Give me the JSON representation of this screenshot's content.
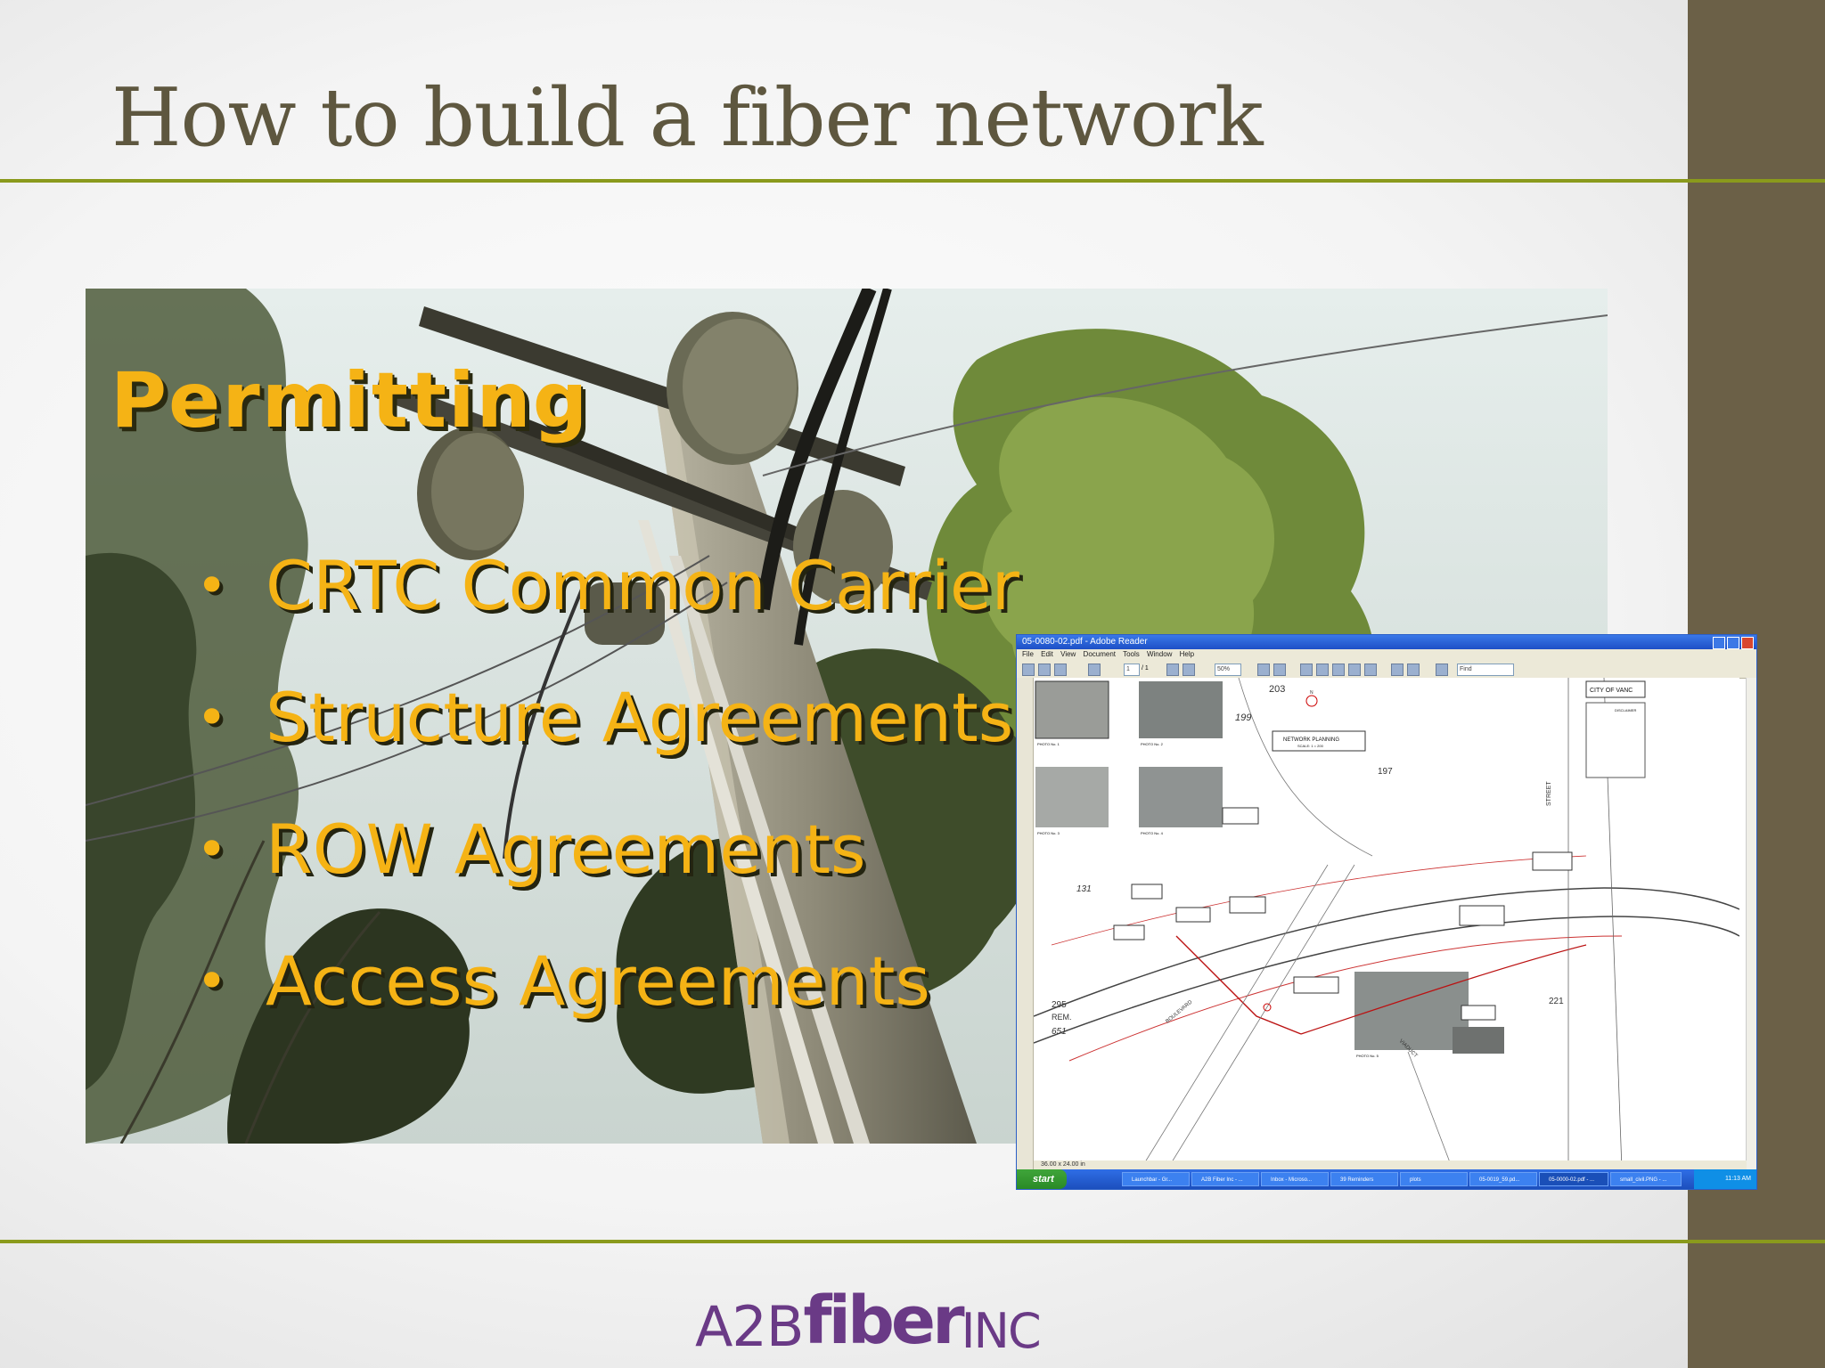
{
  "slide": {
    "title": "How to build a fiber network",
    "heading": "Permitting",
    "bullets": [
      "CRTC Common Carrier",
      "Structure Agreements",
      "ROW Agreements",
      "Access Agreements"
    ],
    "colors": {
      "accent_line": "#8a9a1c",
      "sidebar": "#6b6047",
      "title": "#5e573f",
      "bullet_text": "#f5b315",
      "logo": "#6a3a86"
    }
  },
  "logo": {
    "a2b": "A2B",
    "fiber": "fiber",
    "inc": "INC"
  },
  "screenshot": {
    "window_title": "05-0080-02.pdf - Adobe Reader",
    "menu": "File Edit View Document Tools Window Help",
    "page_field": "1",
    "page_total": "/ 1",
    "zoom": "50%",
    "find": "Find",
    "status_size": "36.00 x 24.00 in",
    "start_label": "start",
    "tasks": [
      "Launchbar - Gr...",
      "A2B Fiber Inc - ...",
      "Inbox - Microso...",
      "39 Reminders",
      "plots",
      "05-0019_59.pd...",
      "05-0000-02.pdf - ...",
      "small_civil.PNG - ..."
    ],
    "clock": "11:13 AM",
    "drawing": {
      "city_label": "CITY OF VANC",
      "disclaimer": "DISCLAIMER",
      "network_planning": "NETWORK PLANNING",
      "scale": "SCALE: 1 = 200",
      "lot_203": "203",
      "lot_199": "199",
      "lot_197": "197",
      "lot_131": "131",
      "lot_295": "295",
      "rem": "REM.",
      "lot_651": "651",
      "lot_221": "221",
      "street": "STREET",
      "boulevard": "BOULEVARD",
      "viaduct": "VIADUCT",
      "photos": [
        "PHOTO No. 1",
        "PHOTO No. 2",
        "PHOTO No. 3",
        "PHOTO No. 4",
        "PHOTO No. 5"
      ]
    }
  }
}
